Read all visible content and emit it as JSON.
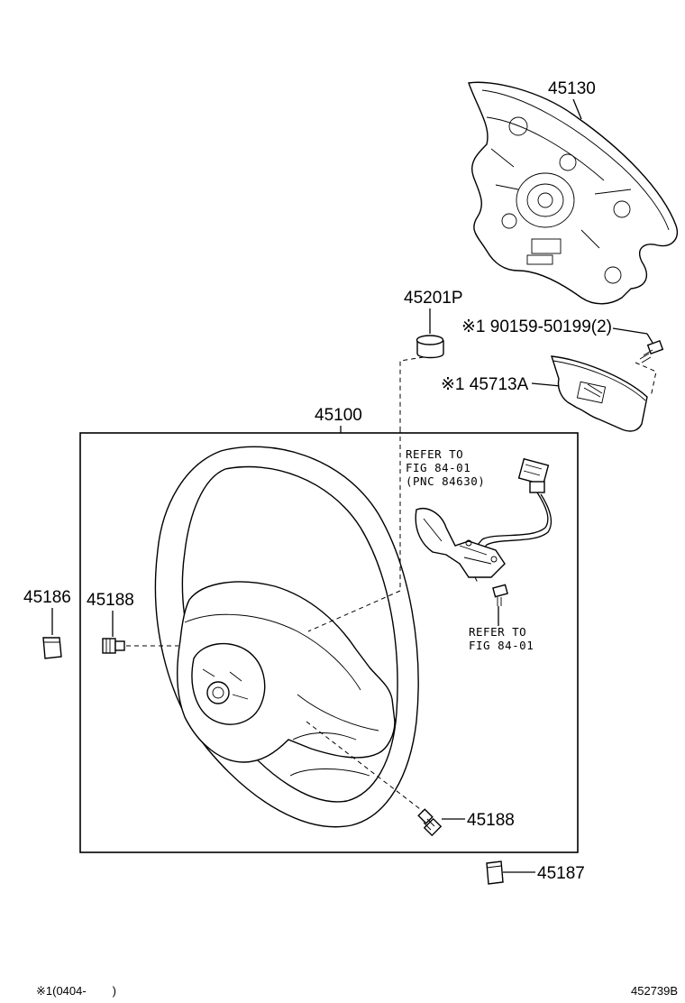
{
  "callouts": {
    "airbag_pad": "45130",
    "damper": "45201P",
    "screw_note": "※1 90159-50199(2)",
    "switch_cover": "※1 45713A",
    "wheel_assy": "45100",
    "plug_left": "45186",
    "screw_left": "45188",
    "screw_bottom": "45188",
    "plug_bottom": "45187"
  },
  "refer_top": {
    "line1": "REFER TO",
    "line2": "FIG 84-01",
    "line3": "(PNC 84630)"
  },
  "refer_bottom": {
    "line1": "REFER TO",
    "line2": "FIG 84-01"
  },
  "footer": {
    "note": "※1(0404-        )",
    "diagram_id": "452739B"
  }
}
